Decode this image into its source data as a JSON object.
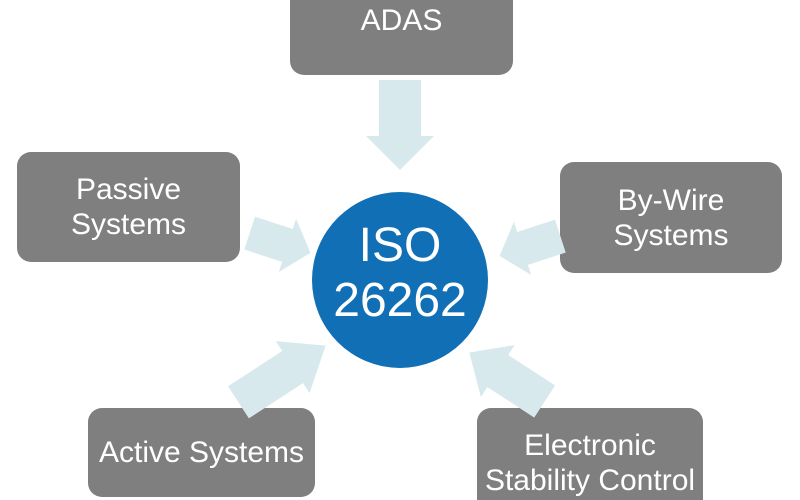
{
  "center": {
    "lines": [
      "ISO",
      "26262"
    ]
  },
  "nodes": {
    "adas": {
      "lines": [
        "ADAS"
      ]
    },
    "passive": {
      "lines": [
        "Passive",
        "Systems"
      ]
    },
    "bywire": {
      "lines": [
        "By-Wire",
        "Systems"
      ]
    },
    "active": {
      "lines": [
        "Active Systems"
      ]
    },
    "esc": {
      "lines": [
        "Electronic",
        "Stability Control"
      ]
    }
  },
  "colors": {
    "background": "#ffffff",
    "node_fill": "#7f7f7f",
    "node_text": "#ffffff",
    "center_fill": "#1170b5",
    "center_text": "#ffffff",
    "arrow_fill": "#d8e9ee"
  }
}
